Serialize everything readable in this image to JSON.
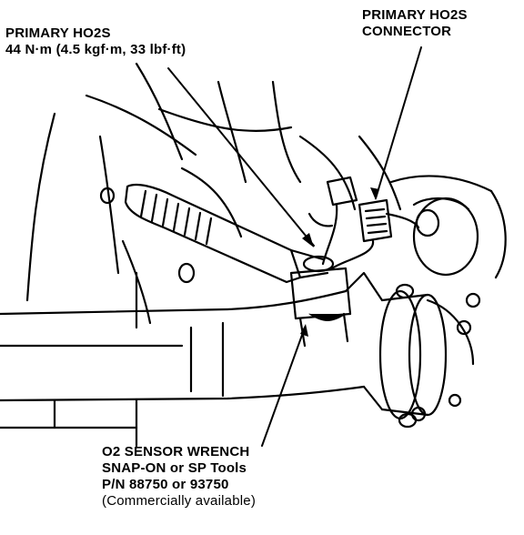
{
  "labels": {
    "sensor": {
      "line1": "PRIMARY HO2S",
      "line2": "44 N·m (4.5 kgf·m, 33 lbf·ft)"
    },
    "connector": {
      "line1": "PRIMARY HO2S",
      "line2": "CONNECTOR"
    },
    "tool": {
      "line1": "O2 SENSOR WRENCH",
      "line2": "SNAP-ON or SP Tools",
      "line3": "P/N 88750 or 93750",
      "line4": "(Commercially available)"
    }
  },
  "colors": {
    "ink": "#000000",
    "paper": "#ffffff"
  }
}
